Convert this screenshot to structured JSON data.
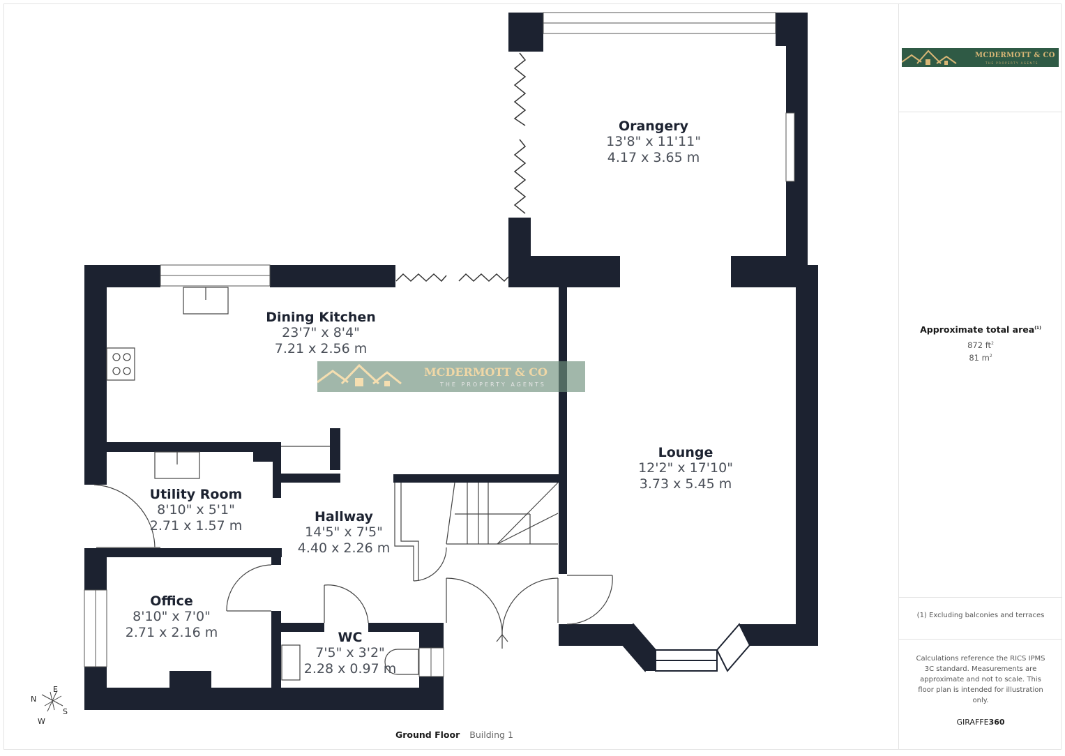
{
  "plan": {
    "floor_name": "Ground Floor",
    "building": "Building 1",
    "rooms": [
      {
        "name": "Orangery",
        "imperial": "13'8\" x 11'11\"",
        "metric": "4.17 x 3.65 m"
      },
      {
        "name": "Dining Kitchen",
        "imperial": "23'7\" x 8'4\"",
        "metric": "7.21 x 2.56 m"
      },
      {
        "name": "Lounge",
        "imperial": "12'2\" x 17'10\"",
        "metric": "3.73 x 5.45 m"
      },
      {
        "name": "Utility Room",
        "imperial": "8'10\" x 5'1\"",
        "metric": "2.71 x 1.57 m"
      },
      {
        "name": "Hallway",
        "imperial": "14'5\" x 7'5\"",
        "metric": "4.40 x 2.26 m"
      },
      {
        "name": "Office",
        "imperial": "8'10\" x 7'0\"",
        "metric": "2.71 x 2.16 m"
      },
      {
        "name": "WC",
        "imperial": "7'5\" x 3'2\"",
        "metric": "2.28 x 0.97 m"
      }
    ],
    "compass": {
      "n": "N",
      "e": "E",
      "s": "S",
      "w": "W"
    },
    "watermark": {
      "name": "MCDERMOTT & CO",
      "tagline": "THE PROPERTY AGENTS"
    },
    "colors": {
      "wall": "#1c2230",
      "logo_bg": "#2f5a45",
      "logo_gold": "#d8b676"
    }
  },
  "sidebar": {
    "logo": {
      "name": "MCDERMOTT & CO",
      "tagline": "THE PROPERTY AGENTS"
    },
    "area_title": "Approximate total area",
    "area_footnote_mark": "(1)",
    "area_ft": "872 ft",
    "area_m": "81 m",
    "footnote": "(1) Excluding balconies and terraces",
    "disclaimer": "Calculations reference the RICS IPMS 3C standard. Measurements are approximate and not to scale. This floor plan is intended for illustration only.",
    "brand_light": "GIRAFFE",
    "brand_bold": "360"
  }
}
